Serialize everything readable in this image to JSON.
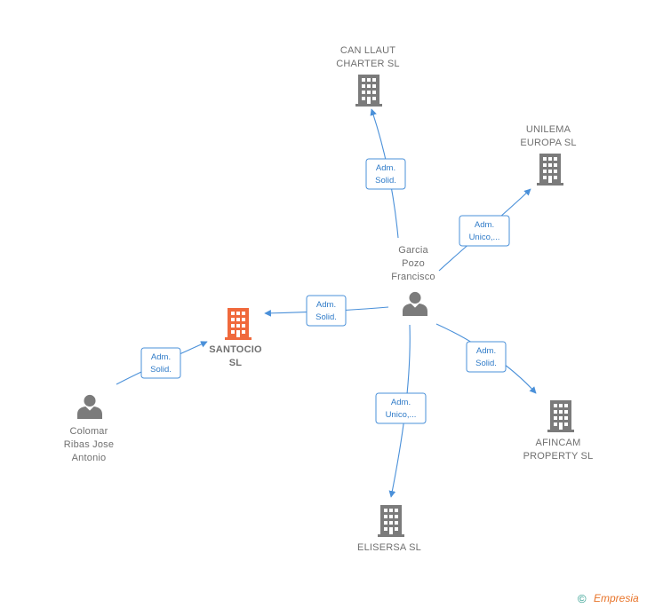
{
  "colors": {
    "company": "#7b7b7b",
    "company_focus": "#f0693c",
    "person": "#7b7b7b",
    "edge": "#4a90d9",
    "label": "#707070"
  },
  "nodes": {
    "can_llaut": {
      "type": "company",
      "icon": "building-icon",
      "lines": [
        "CAN LLAUT",
        "CHARTER  SL"
      ]
    },
    "unilema": {
      "type": "company",
      "icon": "building-icon",
      "lines": [
        "UNILEMA",
        "EUROPA  SL"
      ]
    },
    "garcia": {
      "type": "person",
      "icon": "person-icon",
      "lines": [
        "Garcia",
        "Pozo",
        "Francisco"
      ]
    },
    "santocio": {
      "type": "company-focus",
      "icon": "building-icon",
      "lines": [
        "SANTOCIO",
        "SL"
      ]
    },
    "colomar": {
      "type": "person",
      "icon": "person-icon",
      "lines": [
        "Colomar",
        "Ribas Jose",
        "Antonio"
      ]
    },
    "afincam": {
      "type": "company",
      "icon": "building-icon",
      "lines": [
        "AFINCAM",
        "PROPERTY  SL"
      ]
    },
    "elisersa": {
      "type": "company",
      "icon": "building-icon",
      "lines": [
        "ELISERSA  SL"
      ]
    }
  },
  "edges": {
    "e1": {
      "from": "garcia",
      "to": "can_llaut",
      "lines": [
        "Adm.",
        "Solid."
      ]
    },
    "e2": {
      "from": "garcia",
      "to": "unilema",
      "lines": [
        "Adm.",
        "Unico,..."
      ]
    },
    "e3": {
      "from": "garcia",
      "to": "santocio",
      "lines": [
        "Adm.",
        "Solid."
      ]
    },
    "e4": {
      "from": "colomar",
      "to": "santocio",
      "lines": [
        "Adm.",
        "Solid."
      ]
    },
    "e5": {
      "from": "garcia",
      "to": "afincam",
      "lines": [
        "Adm.",
        "Solid."
      ]
    },
    "e6": {
      "from": "garcia",
      "to": "elisersa",
      "lines": [
        "Adm.",
        "Unico,..."
      ]
    }
  },
  "footer": {
    "copyright_symbol": "©",
    "brand": "Empresia"
  }
}
